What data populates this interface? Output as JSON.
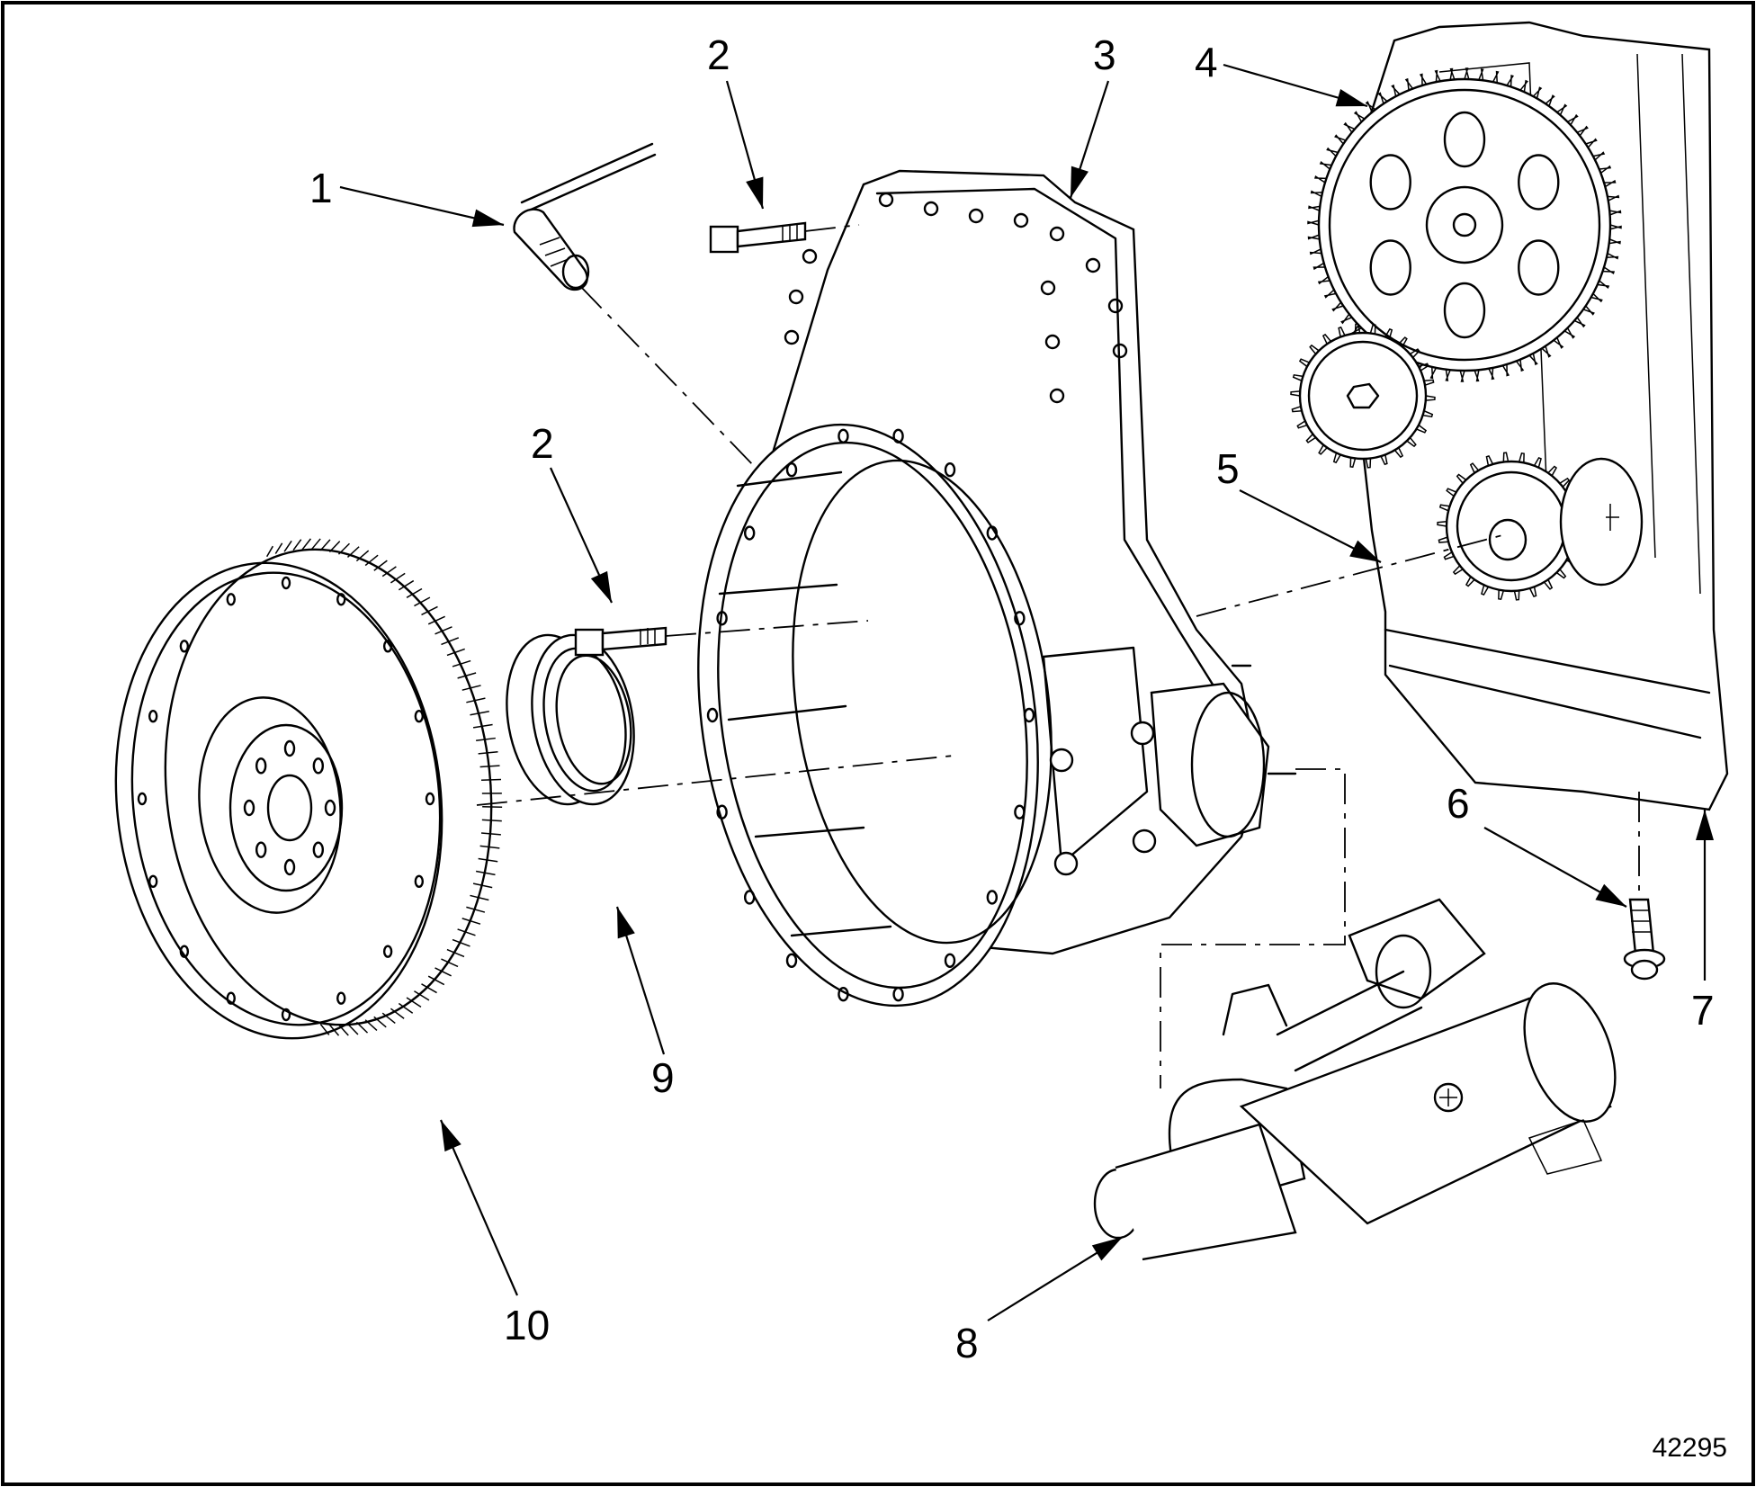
{
  "diagram": {
    "callouts": [
      {
        "id": "c1",
        "label": "1"
      },
      {
        "id": "c2a",
        "label": "2"
      },
      {
        "id": "c2b",
        "label": "2"
      },
      {
        "id": "c3",
        "label": "3"
      },
      {
        "id": "c4",
        "label": "4"
      },
      {
        "id": "c5",
        "label": "5"
      },
      {
        "id": "c6",
        "label": "6"
      },
      {
        "id": "c7",
        "label": "7"
      },
      {
        "id": "c8",
        "label": "8"
      },
      {
        "id": "c9",
        "label": "9"
      },
      {
        "id": "c10",
        "label": "10"
      }
    ],
    "figure_id": "42295"
  }
}
